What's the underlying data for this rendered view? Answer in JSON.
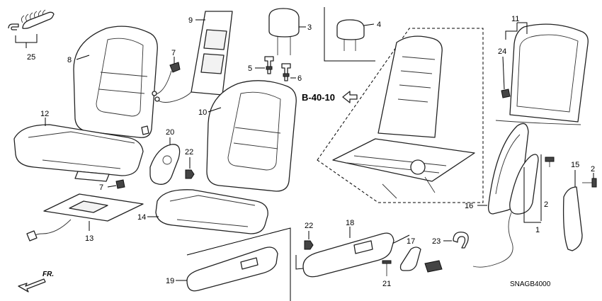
{
  "callouts": {
    "c1": "1",
    "c2a": "2",
    "c2b": "2",
    "c3": "3",
    "c4": "4",
    "c5": "5",
    "c6": "6",
    "c7a": "7",
    "c7b": "7",
    "c8": "8",
    "c9": "9",
    "c10": "10",
    "c11": "11",
    "c12": "12",
    "c13": "13",
    "c14": "14",
    "c15": "15",
    "c16": "16",
    "c17": "17",
    "c18": "18",
    "c19": "19",
    "c20": "20",
    "c21": "21",
    "c22a": "22",
    "c22b": "22",
    "c23": "23",
    "c24": "24",
    "c25": "25"
  },
  "reference": {
    "label": "B-40-10"
  },
  "direction": {
    "label": "FR."
  },
  "diagram_code": "SNAGB4000"
}
